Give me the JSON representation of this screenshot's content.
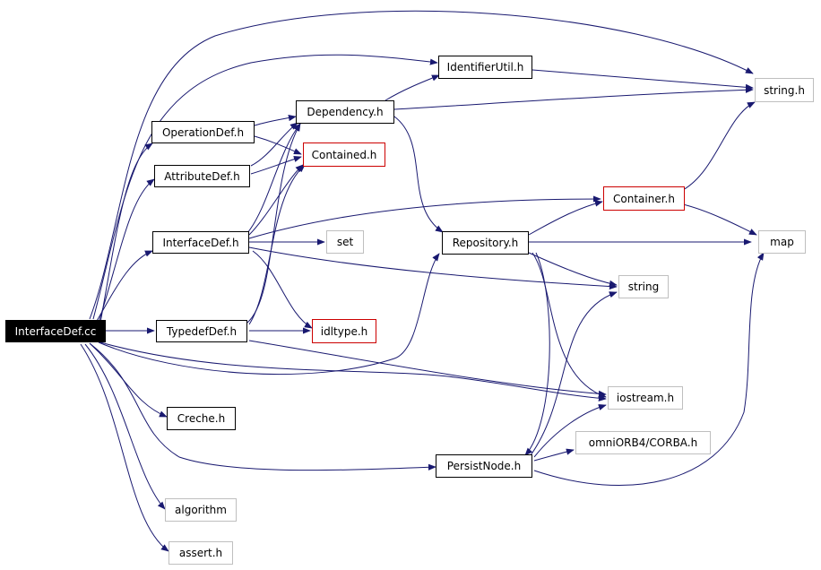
{
  "colors": {
    "edge": "#191970",
    "border_default": "#000000",
    "border_red": "#cc0000",
    "border_gray": "#bfbfbf",
    "root_fill": "#000000",
    "root_text": "#ffffff"
  },
  "nodes": {
    "interfacedef_cc": "InterfaceDef.cc",
    "operationdef_h": "OperationDef.h",
    "attributedef_h": "AttributeDef.h",
    "interfacedef_h": "InterfaceDef.h",
    "typedefdef_h": "TypedefDef.h",
    "creche_h": "Creche.h",
    "algorithm": "algorithm",
    "assert_h": "assert.h",
    "dependency_h": "Dependency.h",
    "contained_h": "Contained.h",
    "set": "set",
    "idltype_h": "idltype.h",
    "identifierutil_h": "IdentifierUtil.h",
    "repository_h": "Repository.h",
    "persistnode_h": "PersistNode.h",
    "container_h": "Container.h",
    "string_h": "string.h",
    "map": "map",
    "string": "string",
    "iostream_h": "iostream.h",
    "omniorb4_corba_h": "omniORB4/CORBA.h"
  }
}
